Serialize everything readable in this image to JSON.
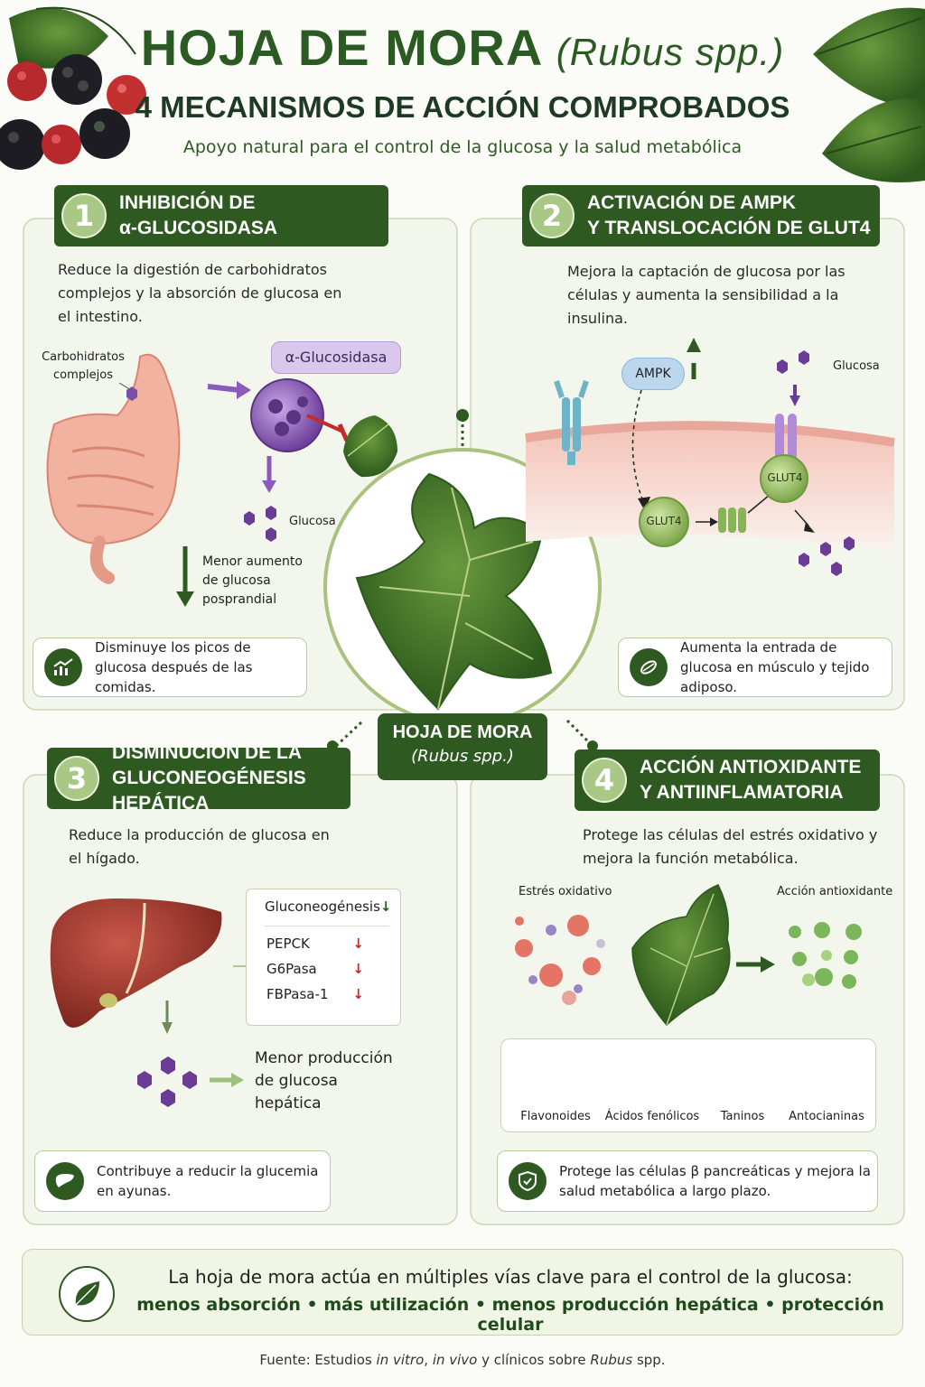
{
  "header": {
    "title_main": "HOJA DE MORA",
    "title_species": "(Rubus spp.)",
    "title_sub": "4 MECANISMOS DE ACCIÓN COMPROBADOS",
    "tagline": "Apoyo natural para el control de la glucosa y la salud metabólica"
  },
  "colors": {
    "dark_green": "#2e5a22",
    "light_green": "#a9c785",
    "purple": "#7b4fa6",
    "red_arrow": "#c52b2b"
  },
  "center": {
    "label": "HOJA DE MORA",
    "species": "(Rubus spp.)"
  },
  "m1": {
    "number": "1",
    "title": "INHIBICIÓN DE\nα-GLUCOSIDASA",
    "desc": "Reduce la digestión de carbohidratos complejos y la absorción de glucosa en el intestino.",
    "label_carbs": "Carbohidratos complejos",
    "enzyme": "α-Glucosidasa",
    "label_glucose": "Glucosa",
    "arrow_text": "Menor aumento de glucosa posprandial",
    "footer": "Disminuye los picos de glucosa después de las comidas."
  },
  "m2": {
    "number": "2",
    "title": "ACTIVACIÓN DE AMPK\nY TRANSLOCACIÓN DE GLUT4",
    "desc": "Mejora la captación de glucosa por las células y aumenta la sensibilidad a la insulina.",
    "label_ampk": "AMPK",
    "label_glucose": "Glucosa",
    "label_glut4_a": "GLUT4",
    "label_glut4_b": "GLUT4",
    "footer": "Aumenta la entrada de glucosa en músculo y tejido adiposo."
  },
  "m3": {
    "number": "3",
    "title": "DISMINUCIÓN DE LA\nGLUCONEOGÉNESIS HEPÁTICA",
    "desc": "Reduce la producción de glucosa en el hígado.",
    "table_header": "Gluconeogénesis",
    "enzymes": [
      "PEPCK",
      "G6Pasa",
      "FBPasa-1"
    ],
    "arrow_down": "↓",
    "result": "Menor producción de glucosa hepática",
    "footer": "Contribuye a reducir la glucemia en ayunas."
  },
  "m4": {
    "number": "4",
    "title": "ACCIÓN ANTIOXIDANTE\nY ANTIINFLAMATORIA",
    "desc": "Protege las células del estrés oxidativo y mejora la función metabólica.",
    "label_stress": "Estrés oxidativo",
    "label_antiox": "Acción antioxidante",
    "compounds": [
      "Flavonoides",
      "Ácidos fenólicos",
      "Taninos",
      "Antocianinas"
    ],
    "footer": "Protege las células β pancreáticas y mejora la salud metabólica a largo plazo."
  },
  "summary": {
    "line1": "La hoja de mora actúa en múltiples vías clave para el control de la glucosa:",
    "points": [
      "menos absorción",
      "más utilización",
      "menos producción hepática",
      "protección celular"
    ],
    "sep": "•"
  },
  "source": {
    "prefix": "Fuente: Estudios ",
    "it1": "in vitro",
    "mid1": ", ",
    "it2": "in vivo",
    "mid2": " y clínicos sobre ",
    "it3": "Rubus",
    "suffix": " spp."
  }
}
